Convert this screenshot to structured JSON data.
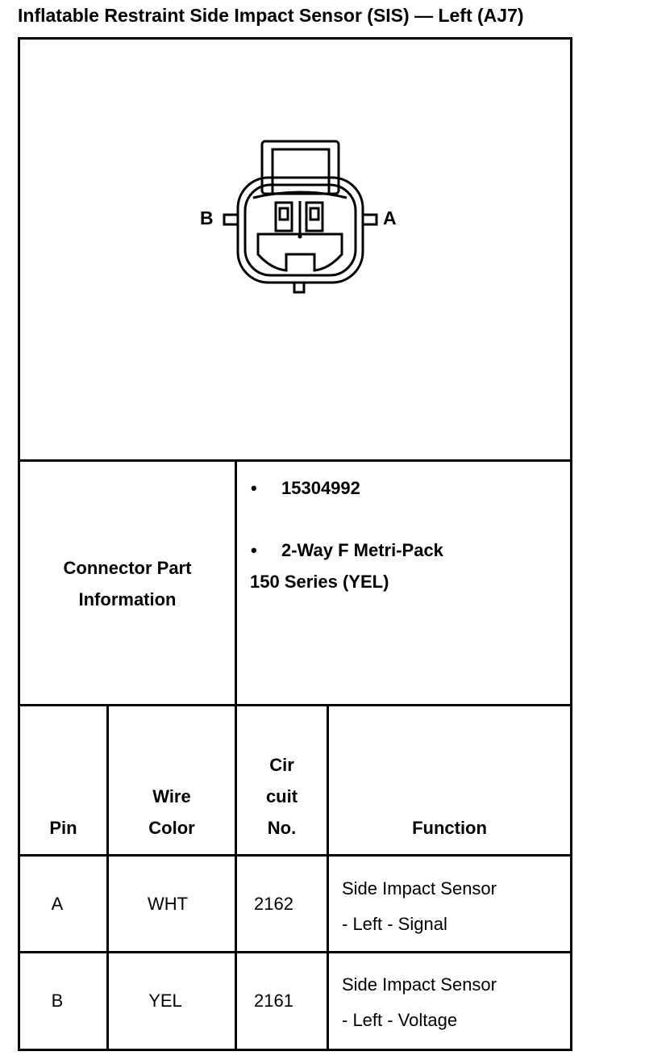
{
  "title": "Inflatable Restraint Side Impact Sensor (SIS) — Left (AJ7)",
  "diagram": {
    "label_left": "B",
    "label_right": "A"
  },
  "connector": {
    "label": [
      "Connector Part",
      "Information"
    ],
    "items": [
      "15304992",
      "2-Way F Metri-Pack"
    ],
    "item_continuation": "150 Series (YEL)"
  },
  "table": {
    "headers": {
      "pin": "Pin",
      "wire_color": [
        "Wire",
        "Color"
      ],
      "circuit": [
        "Cir",
        "cuit",
        "No."
      ],
      "function": "Function"
    },
    "rows": [
      {
        "pin": "A",
        "wire_color": "WHT",
        "circuit": "2162",
        "function": [
          "Side Impact Sensor",
          "- Left - Signal"
        ]
      },
      {
        "pin": "B",
        "wire_color": "YEL",
        "circuit": "2161",
        "function": [
          "Side Impact Sensor",
          "- Left - Voltage"
        ]
      }
    ]
  }
}
